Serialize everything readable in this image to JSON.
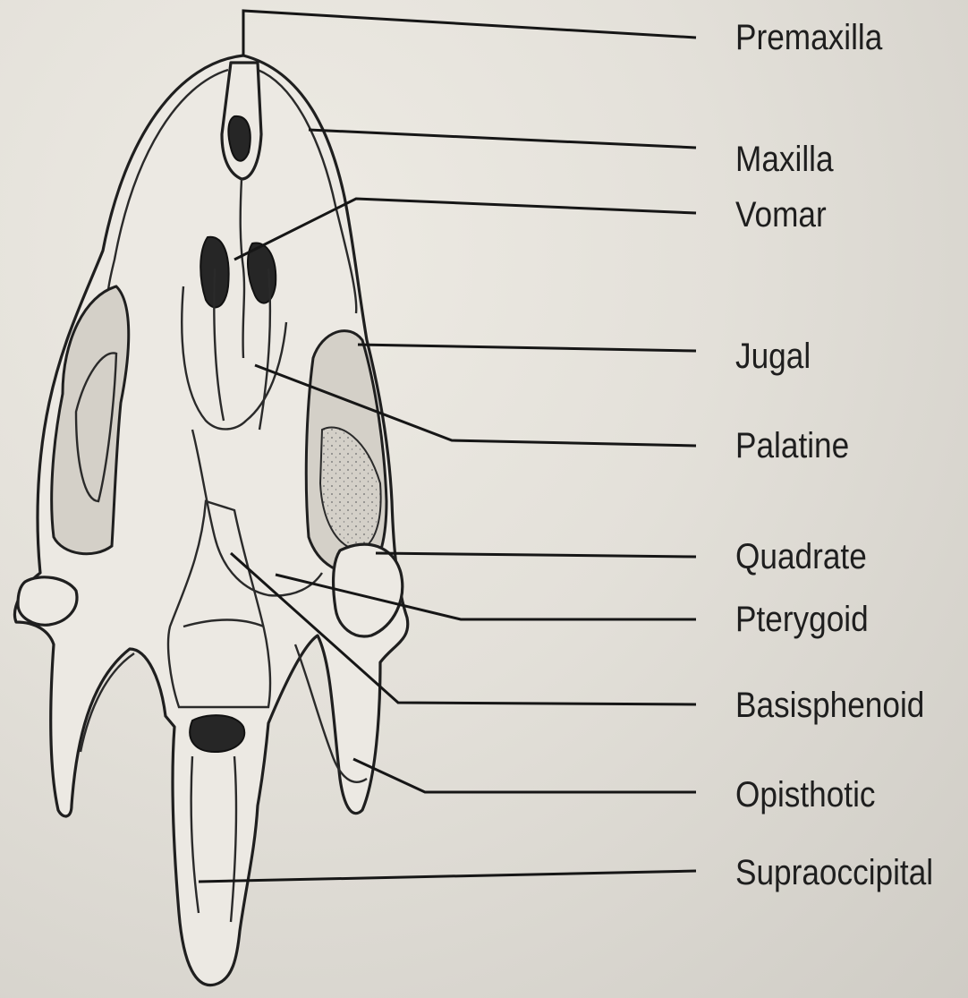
{
  "diagram": {
    "labels": [
      {
        "id": "premaxilla",
        "text": "Premaxilla"
      },
      {
        "id": "maxilla",
        "text": "Maxilla"
      },
      {
        "id": "vomar",
        "text": "Vomar"
      },
      {
        "id": "jugal",
        "text": "Jugal"
      },
      {
        "id": "palatine",
        "text": "Palatine"
      },
      {
        "id": "quadrate",
        "text": "Quadrate"
      },
      {
        "id": "pterygoid",
        "text": "Pterygoid"
      },
      {
        "id": "basisphenoid",
        "text": "Basisphenoid"
      },
      {
        "id": "opisthotic",
        "text": "Opisthotic"
      },
      {
        "id": "supraoccipital",
        "text": "Supraoccipital"
      }
    ]
  }
}
